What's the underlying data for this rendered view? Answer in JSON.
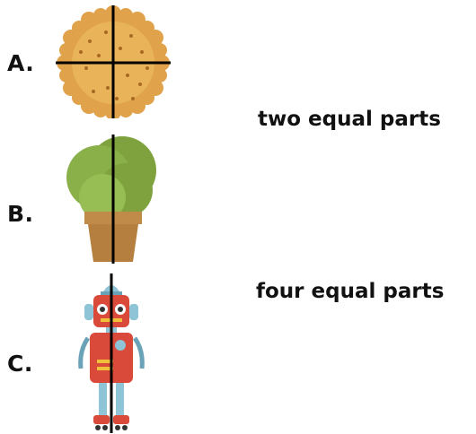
{
  "options": [
    {
      "label": "A.",
      "icon": "cookie-icon",
      "cut": "two lines (cross)"
    },
    {
      "label": "B.",
      "icon": "potted-plant-icon",
      "cut": "one vertical line"
    },
    {
      "label": "C.",
      "icon": "robot-icon",
      "cut": "one vertical line"
    }
  ],
  "phrases": [
    "two equal parts",
    "four equal parts"
  ],
  "colors": {
    "cookie": "#e0a24a",
    "plant_leaves": "#8ab04a",
    "pot": "#b5803f",
    "robot_body": "#d94a3a",
    "robot_head": "#8fc3d6",
    "divider": "#000000"
  }
}
